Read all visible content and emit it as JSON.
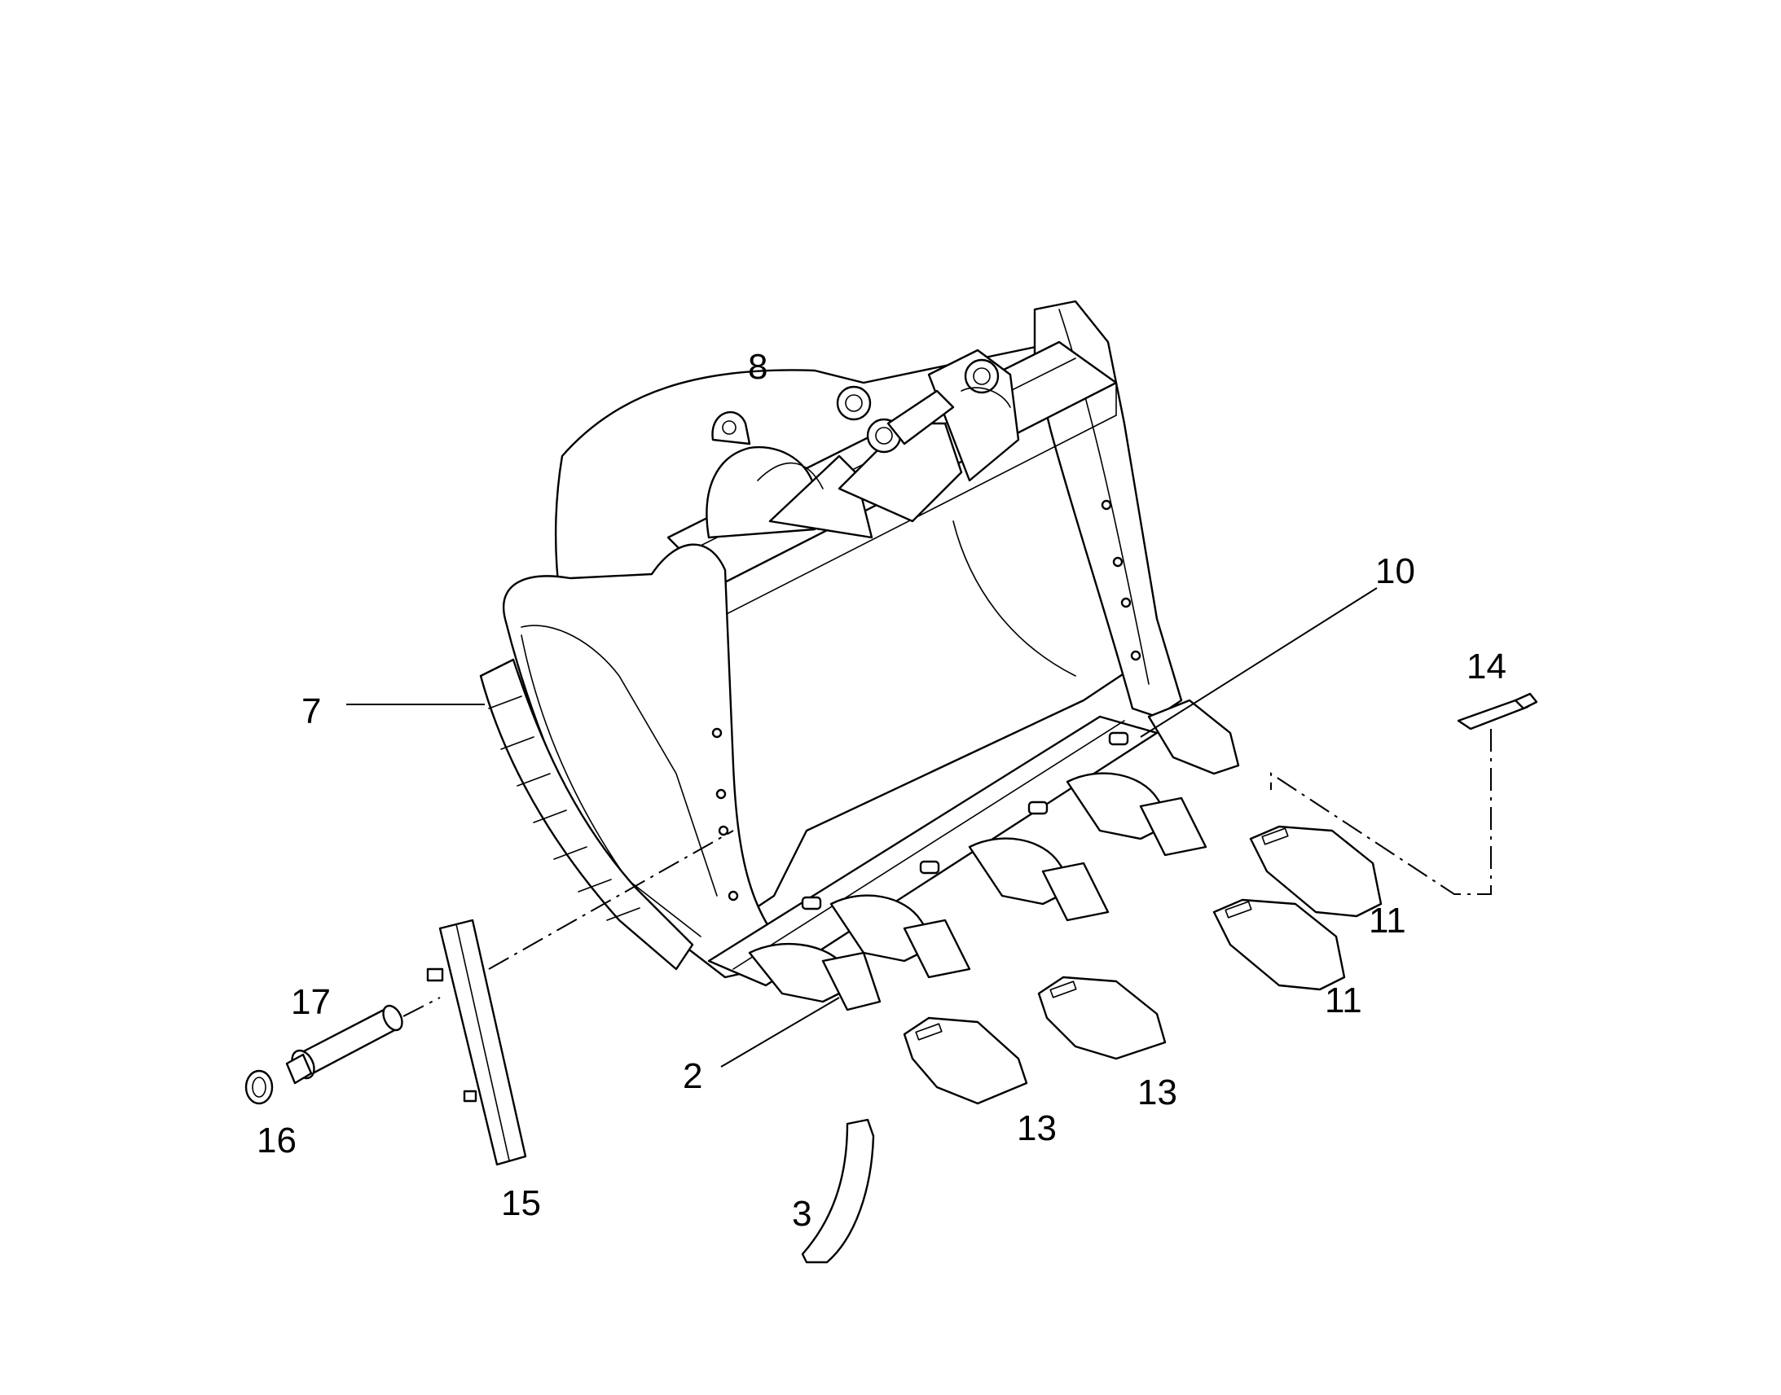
{
  "diagram": {
    "part_callouts": [
      {
        "id": "p2",
        "label": "2"
      },
      {
        "id": "p3",
        "label": "3"
      },
      {
        "id": "p7",
        "label": "7"
      },
      {
        "id": "p8",
        "label": "8"
      },
      {
        "id": "p10",
        "label": "10"
      },
      {
        "id": "p11a",
        "label": "11"
      },
      {
        "id": "p11b",
        "label": "11"
      },
      {
        "id": "p13a",
        "label": "13"
      },
      {
        "id": "p13b",
        "label": "13"
      },
      {
        "id": "p14",
        "label": "14"
      },
      {
        "id": "p15",
        "label": "15"
      },
      {
        "id": "p16",
        "label": "16"
      },
      {
        "id": "p17",
        "label": "17"
      }
    ]
  }
}
